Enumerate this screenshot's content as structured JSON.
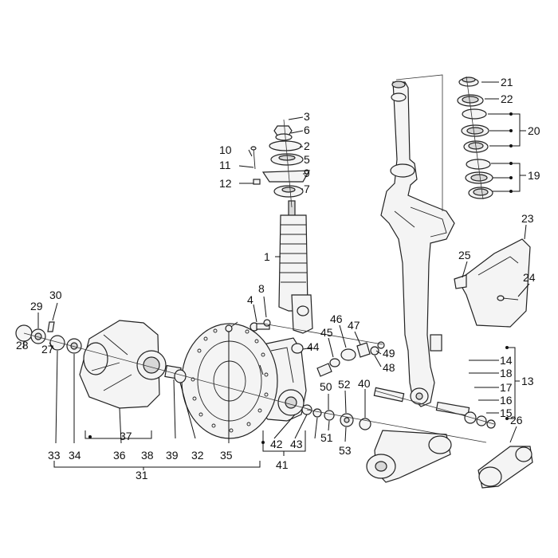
{
  "callouts": [
    {
      "id": "1",
      "text": "1"
    },
    {
      "id": "2",
      "text": "2"
    },
    {
      "id": "3",
      "text": "3"
    },
    {
      "id": "4",
      "text": "4"
    },
    {
      "id": "5",
      "text": "5"
    },
    {
      "id": "6",
      "text": "6"
    },
    {
      "id": "7",
      "text": "7"
    },
    {
      "id": "8",
      "text": "8"
    },
    {
      "id": "9",
      "text": "9"
    },
    {
      "id": "10",
      "text": "10"
    },
    {
      "id": "11",
      "text": "11"
    },
    {
      "id": "12",
      "text": "12"
    },
    {
      "id": "13",
      "text": "13"
    },
    {
      "id": "14",
      "text": "14"
    },
    {
      "id": "15",
      "text": "15"
    },
    {
      "id": "16",
      "text": "16"
    },
    {
      "id": "17",
      "text": "17"
    },
    {
      "id": "18",
      "text": "18"
    },
    {
      "id": "19",
      "text": "19"
    },
    {
      "id": "20",
      "text": "20"
    },
    {
      "id": "21",
      "text": "21"
    },
    {
      "id": "22",
      "text": "22"
    },
    {
      "id": "23",
      "text": "23"
    },
    {
      "id": "24",
      "text": "24"
    },
    {
      "id": "25",
      "text": "25"
    },
    {
      "id": "26",
      "text": "26"
    },
    {
      "id": "27",
      "text": "27"
    },
    {
      "id": "28",
      "text": "28"
    },
    {
      "id": "29",
      "text": "29"
    },
    {
      "id": "30",
      "text": "30"
    },
    {
      "id": "31",
      "text": "31"
    },
    {
      "id": "32",
      "text": "32"
    },
    {
      "id": "33",
      "text": "33"
    },
    {
      "id": "34",
      "text": "34"
    },
    {
      "id": "35",
      "text": "35"
    },
    {
      "id": "36",
      "text": "36"
    },
    {
      "id": "37",
      "text": "37"
    },
    {
      "id": "38",
      "text": "38"
    },
    {
      "id": "39",
      "text": "39"
    },
    {
      "id": "40",
      "text": "40"
    },
    {
      "id": "41",
      "text": "41"
    },
    {
      "id": "42",
      "text": "42"
    },
    {
      "id": "43",
      "text": "43"
    },
    {
      "id": "44",
      "text": "44"
    },
    {
      "id": "45",
      "text": "45"
    },
    {
      "id": "46",
      "text": "46"
    },
    {
      "id": "47",
      "text": "47"
    },
    {
      "id": "48",
      "text": "48"
    },
    {
      "id": "49",
      "text": "49"
    },
    {
      "id": "50",
      "text": "50"
    },
    {
      "id": "51",
      "text": "51"
    },
    {
      "id": "52",
      "text": "52"
    },
    {
      "id": "53",
      "text": "53"
    }
  ]
}
